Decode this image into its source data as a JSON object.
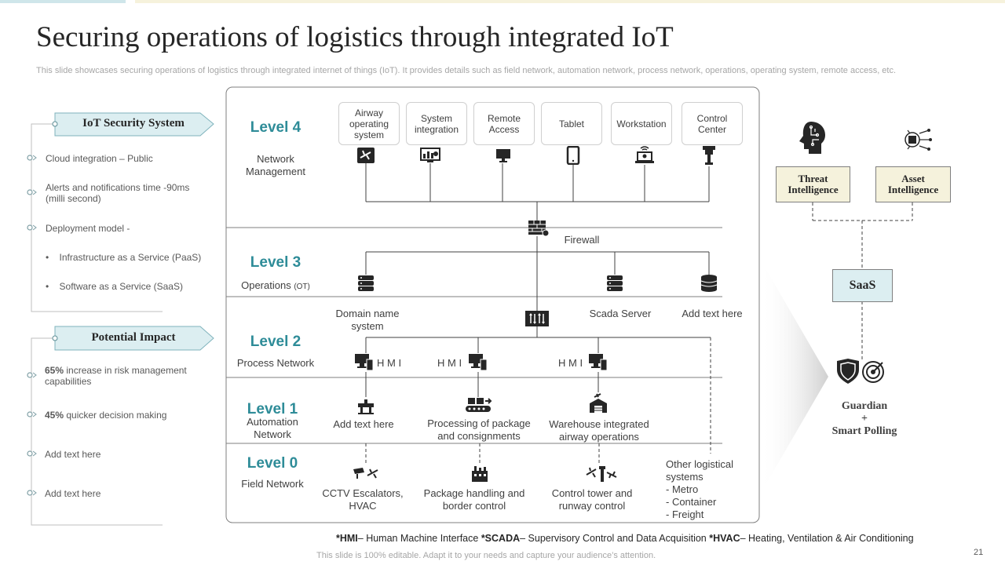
{
  "title": "Securing operations of logistics through integrated IoT",
  "subtitle": "This slide showcases securing operations of logistics through integrated internet of things (IoT). It provides details such as field network, automation network, process network, operations, operating system, remote access, etc.",
  "left": {
    "security": {
      "title": "IoT Security System",
      "items": [
        "Cloud integration – Public",
        "Alerts and notifications time -90ms (milli second)",
        "Deployment model -"
      ],
      "sub_items": [
        "Infrastructure as a Service (PaaS)",
        "Software as a Service (SaaS)"
      ]
    },
    "impact": {
      "title": "Potential Impact",
      "items": [
        {
          "bold": "65%",
          "text": " increase in risk management capabilities"
        },
        {
          "bold": "45%",
          "text": " quicker decision making"
        },
        {
          "bold": "",
          "text": "Add text here"
        },
        {
          "bold": "",
          "text": "Add text here"
        }
      ]
    }
  },
  "levels": [
    {
      "name": "Level 4",
      "sub": "Network Management"
    },
    {
      "name": "Level 3",
      "sub": "Operations",
      "sub_small": "(OT)"
    },
    {
      "name": "Level 2",
      "sub": "Process Network"
    },
    {
      "name": "Level 1",
      "sub": "Automation Network"
    },
    {
      "name": "Level 0",
      "sub": "Field Network"
    }
  ],
  "devices": [
    {
      "label": "Airway operating system",
      "icon": "airplane-icon"
    },
    {
      "label": "System integration",
      "icon": "dashboard-icon"
    },
    {
      "label": "Remote Access",
      "icon": "monitor-icon"
    },
    {
      "label": "Tablet",
      "icon": "tablet-icon"
    },
    {
      "label": "Workstation",
      "icon": "laptop-wifi-icon"
    },
    {
      "label": "Control Center",
      "icon": "control-tower-icon"
    }
  ],
  "firewall": "Firewall",
  "level3_nodes": [
    {
      "label": "Domain name system",
      "icon": "server-stack-icon"
    },
    {
      "label": "Scada Server",
      "icon": "server-stack-icon"
    },
    {
      "label": "Add text here",
      "icon": "database-icon"
    }
  ],
  "hmi": [
    "H M I",
    "H M I",
    "H M I"
  ],
  "level1_nodes": [
    {
      "label": "Add text here",
      "icon": "robot-arm-icon"
    },
    {
      "label": "Processing of package and consignments",
      "icon": "conveyor-icon"
    },
    {
      "label": "Warehouse integrated airway operations",
      "icon": "warehouse-plane-icon"
    }
  ],
  "level0_nodes": [
    {
      "label": "CCTV Escalators, HVAC",
      "icon": "cctv-icon"
    },
    {
      "label": "Package handling and border control",
      "icon": "factory-icon"
    },
    {
      "label": "Control tower and runway control",
      "icon": "tower-planes-icon"
    }
  ],
  "other": {
    "title": "Other logistical systems",
    "items": [
      "-   Metro",
      "-   Container",
      "-   Freight"
    ]
  },
  "right": {
    "threat": "Threat Intelligence",
    "asset": "Asset Intelligence",
    "saas": "SaaS",
    "guardian": [
      "Guardian",
      "+",
      "Smart Polling"
    ]
  },
  "footnote": {
    "hmi_abbr": "*HMI",
    "hmi_text": "– Human Machine Interface ",
    "scada_abbr": "*SCADA",
    "scada_text": "– Supervisory Control and Data Acquisition ",
    "hvac_abbr": "*HVAC",
    "hvac_text": "– Heating, Ventilation & Air Conditioning"
  },
  "editable_note": "This slide is 100% editable. Adapt it to your needs and capture your audience’s attention.",
  "page_number": "21",
  "colors": {
    "accent": "#2e8c98",
    "tag_fill": "#dceef1",
    "box_fill": "#f5f2dc",
    "saas_fill": "#dceef1"
  }
}
